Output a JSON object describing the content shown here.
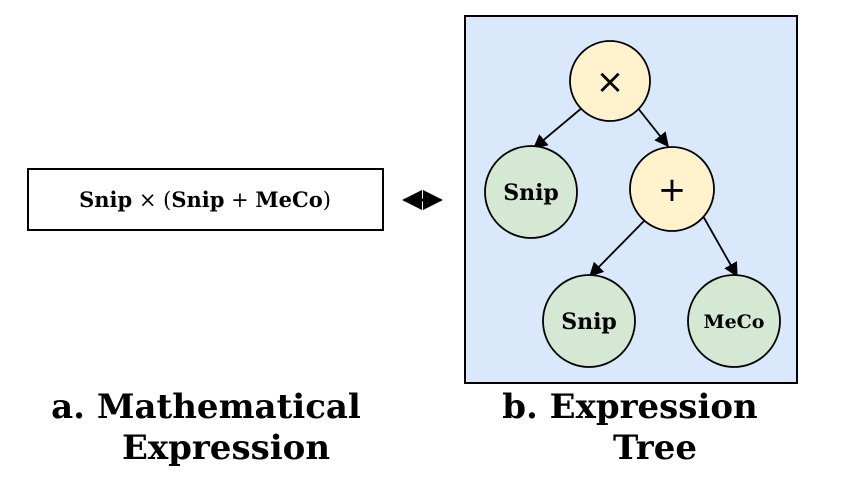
{
  "expression": {
    "parts": [
      {
        "text": "Snip",
        "bold": true
      },
      {
        "text": " × (",
        "bold": false
      },
      {
        "text": "Snip",
        "bold": true
      },
      {
        "text": " + ",
        "bold": false
      },
      {
        "text": "MeCo",
        "bold": true
      },
      {
        "text": ")",
        "bold": false
      }
    ]
  },
  "arrow_symbol": "↔",
  "tree": {
    "root": {
      "label": "×",
      "kind": "operator"
    },
    "left": {
      "label": "Snip",
      "kind": "operand"
    },
    "plus": {
      "label": "+",
      "kind": "operator"
    },
    "plus_left": {
      "label": "Snip",
      "kind": "operand"
    },
    "plus_right": {
      "label": "MeCo",
      "kind": "operand"
    }
  },
  "captions": {
    "a_line1": "a. Mathematical",
    "a_line2": "Expression",
    "b_line1": "b. Expression",
    "b_line2": "Tree"
  },
  "colors": {
    "panel_fill": "#dae8fc",
    "operator_fill": "#fff2cc",
    "operand_fill": "#d5e8d4",
    "stroke": "#000000"
  }
}
